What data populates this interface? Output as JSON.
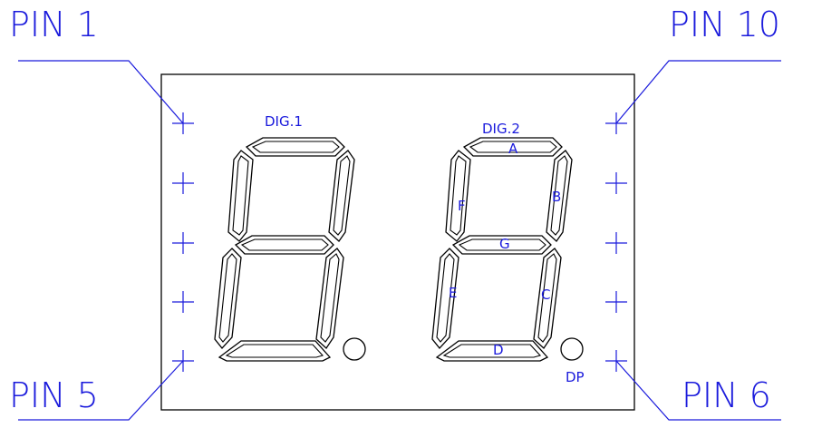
{
  "pins": {
    "pin1": "PIN 1",
    "pin5": "PIN 5",
    "pin6": "PIN 6",
    "pin10": "PIN 10"
  },
  "digits": {
    "dig1": "DIG.1",
    "dig2": "DIG.2"
  },
  "segments": {
    "a": "A",
    "b": "B",
    "c": "C",
    "d": "D",
    "e": "E",
    "f": "F",
    "g": "G",
    "dp": "DP"
  },
  "colors": {
    "label": "#1a1adc",
    "outline": "#000000"
  }
}
